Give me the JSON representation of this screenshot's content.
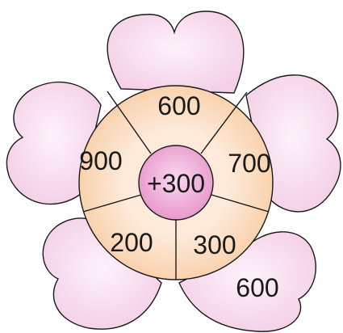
{
  "flower": {
    "center_label": "+300",
    "segments": [
      {
        "label": "600"
      },
      {
        "label": "700"
      },
      {
        "label": "300"
      },
      {
        "label": "200"
      },
      {
        "label": "900"
      }
    ],
    "petal_labels": [
      {
        "label": "600"
      }
    ]
  },
  "colors": {
    "petal_fill": "#f9dff0",
    "petal_fill_light": "#fdf2fa",
    "ring_fill": "#fbd8b6",
    "ring_fill_light": "#fdebd9",
    "center_fill": "#eda3d4",
    "center_fill_light": "#f7cfea",
    "stroke": "#1a1a1a"
  }
}
